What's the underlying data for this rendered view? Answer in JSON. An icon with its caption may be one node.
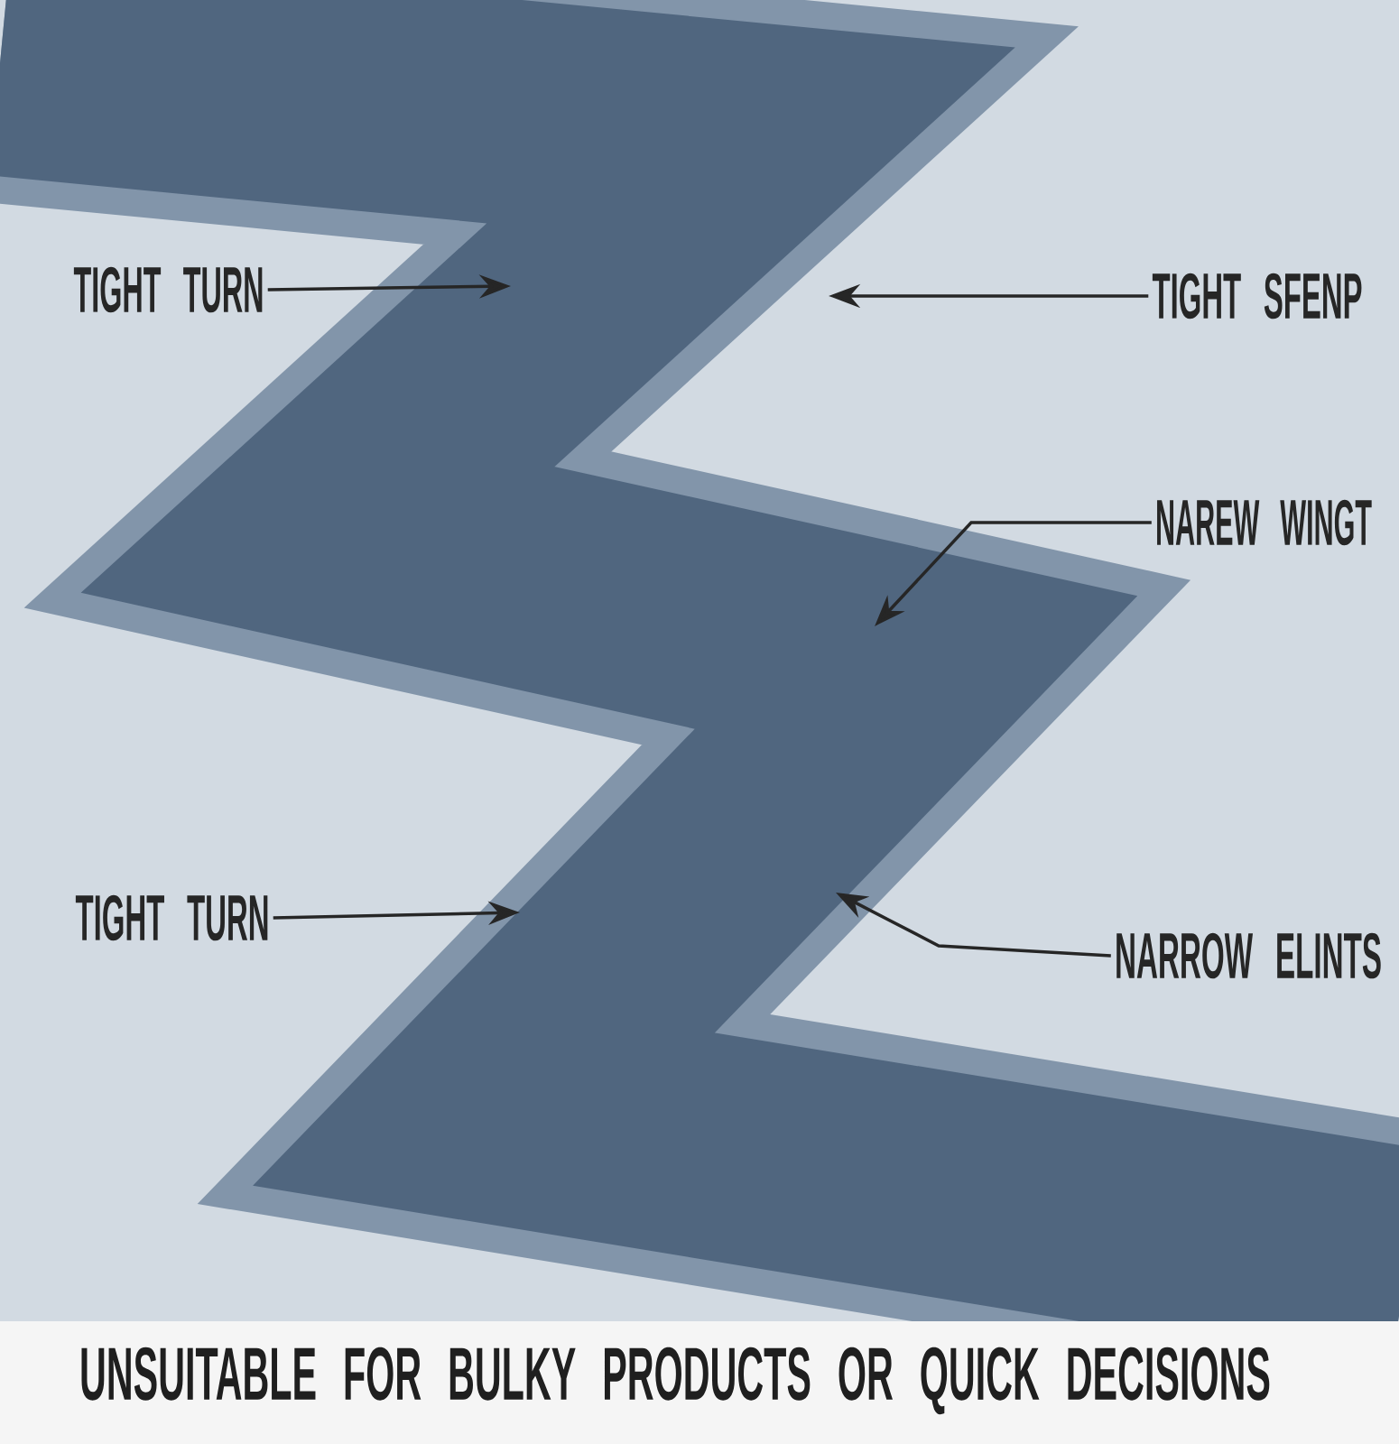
{
  "diagram": {
    "caption": "UNSUITABLE FOR BULKY PRODUCTS OR QUICK DECISIONS",
    "nodes": [
      {
        "text": [
          "TIGHT TURN"
        ]
      },
      {
        "text": [
          "TIGHT SFENP"
        ]
      },
      {
        "text": [
          "NAREW WINGT"
        ]
      },
      {
        "text": [
          "TIGHT TURN"
        ]
      },
      {
        "text": [
          "NARROW ELINTS"
        ]
      }
    ],
    "edges": [
      {
        "from": 0,
        "to": null,
        "arrow": "to"
      },
      {
        "from": 1,
        "to": null,
        "arrow": "to"
      },
      {
        "from": 2,
        "to": null,
        "arrow": "to"
      },
      {
        "from": 3,
        "to": null,
        "arrow": "to"
      },
      {
        "from": 4,
        "to": null,
        "arrow": "to"
      }
    ]
  }
}
